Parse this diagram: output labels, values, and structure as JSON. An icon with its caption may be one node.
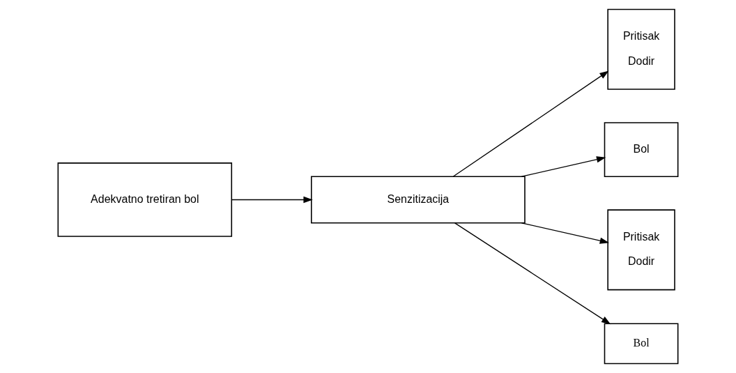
{
  "diagram": {
    "nodes": [
      {
        "text": [
          "Pritisak",
          "Dodir"
        ]
      },
      {
        "text": [
          "Bol"
        ]
      },
      {
        "text": [
          "Adekvatno tretiran bol"
        ]
      },
      {
        "text": [
          "Senzitizacija"
        ]
      },
      {
        "text": [
          "Pritisak",
          "Dodir"
        ]
      },
      {
        "text": [
          "Bol"
        ]
      }
    ],
    "edges": [
      {
        "from": 2,
        "to": 3,
        "arrow": "to"
      },
      {
        "from": 3,
        "to": 0,
        "arrow": "to"
      },
      {
        "from": 3,
        "to": 1,
        "arrow": "to"
      },
      {
        "from": 3,
        "to": 4,
        "arrow": "to"
      },
      {
        "from": 3,
        "to": 5,
        "arrow": "to"
      }
    ]
  }
}
